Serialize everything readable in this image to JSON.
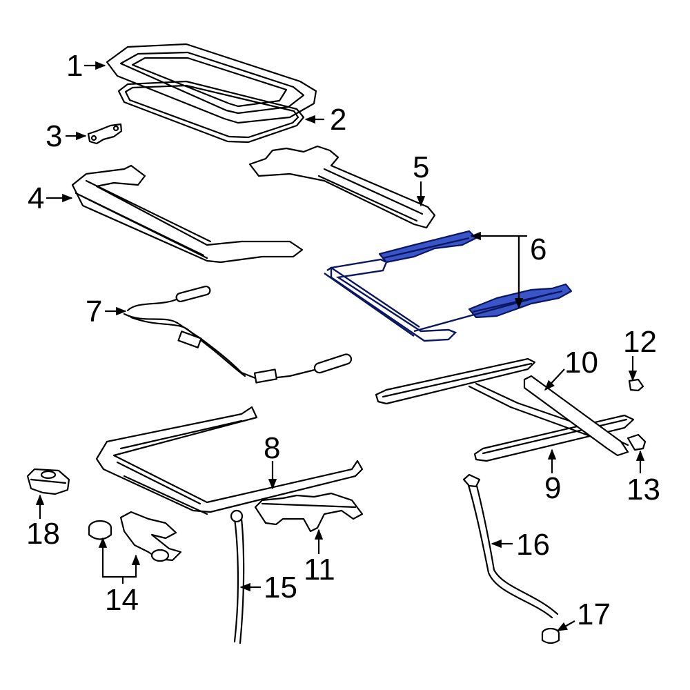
{
  "diagram": {
    "highlight_color": "#3a55c8",
    "parts": [
      {
        "id": "1",
        "label": "1"
      },
      {
        "id": "2",
        "label": "2"
      },
      {
        "id": "3",
        "label": "3"
      },
      {
        "id": "4",
        "label": "4"
      },
      {
        "id": "5",
        "label": "5"
      },
      {
        "id": "6",
        "label": "6",
        "highlighted": true
      },
      {
        "id": "7",
        "label": "7"
      },
      {
        "id": "8",
        "label": "8"
      },
      {
        "id": "9",
        "label": "9"
      },
      {
        "id": "10",
        "label": "10"
      },
      {
        "id": "11",
        "label": "11"
      },
      {
        "id": "12",
        "label": "12"
      },
      {
        "id": "13",
        "label": "13"
      },
      {
        "id": "14",
        "label": "14"
      },
      {
        "id": "15",
        "label": "15"
      },
      {
        "id": "16",
        "label": "16"
      },
      {
        "id": "17",
        "label": "17"
      },
      {
        "id": "18",
        "label": "18"
      }
    ]
  }
}
